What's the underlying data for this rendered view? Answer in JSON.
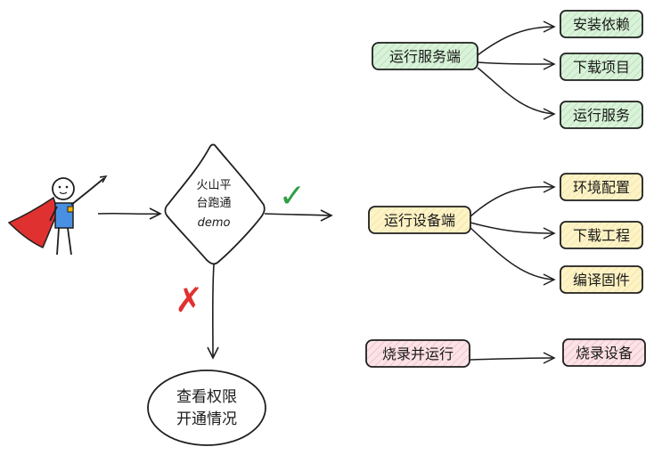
{
  "diamond": {
    "lines": [
      "火山平",
      "台跑通",
      "demo"
    ]
  },
  "check_mark": "✓",
  "cross_mark": "✗",
  "ellipse": {
    "lines": [
      "查看权限",
      "开通情况"
    ]
  },
  "groups": [
    {
      "label": "运行服务端",
      "color": "#cdeccd",
      "children": [
        "安装依赖",
        "下载项目",
        "运行服务"
      ]
    },
    {
      "label": "运行设备端",
      "color": "#fbeebb",
      "children": [
        "环境配置",
        "下载工程",
        "编译固件"
      ]
    },
    {
      "label": "烧录并运行",
      "color": "#f7d9de",
      "children": [
        "烧录设备"
      ]
    }
  ],
  "colors": {
    "stroke": "#1e1e1e",
    "check": "#2f9e44",
    "cross": "#e03131",
    "cape": "#e03131",
    "shirt": "#4a90e2",
    "badge": "#f5b400"
  }
}
